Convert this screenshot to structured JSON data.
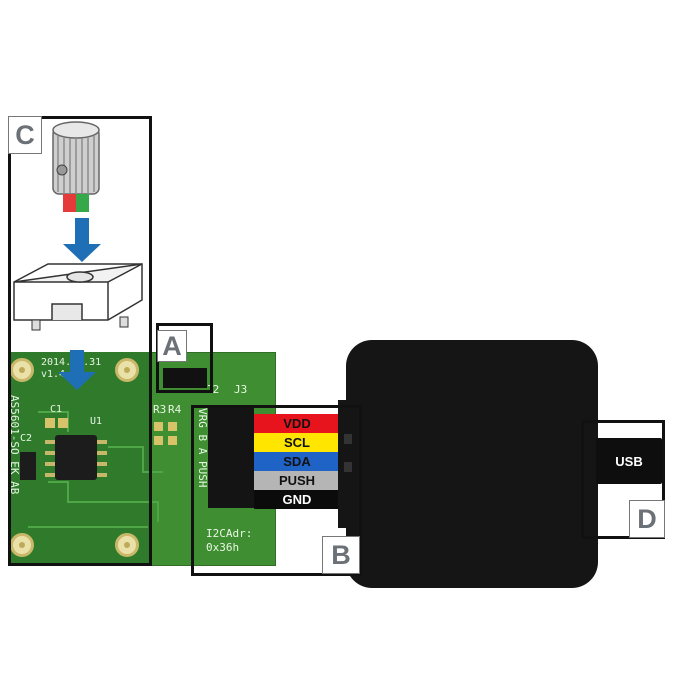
{
  "pcb": {
    "date": "2014.07.31",
    "version": "v1.4",
    "part_name": "AS5601-SO EK AB",
    "c1": "C1",
    "c2": "C2",
    "u1": "U1",
    "r3": "R3",
    "r4": "R4",
    "j2": "J2",
    "j3": "J3",
    "pins": "VRG B A PUSH",
    "i2c_label": "I2CAdr:",
    "i2c_value": "0x36h"
  },
  "wires": [
    {
      "label": "VDD",
      "color": "#e8141d",
      "text_color": "#111111"
    },
    {
      "label": "SCL",
      "color": "#ffe500",
      "text_color": "#111111"
    },
    {
      "label": "SDA",
      "color": "#1f63c6",
      "text_color": "#111111"
    },
    {
      "label": "PUSH",
      "color": "#b5b5b5",
      "text_color": "#111111"
    },
    {
      "label": "GND",
      "color": "#0b0b0b",
      "text_color": "#ffffff"
    }
  ],
  "usb": {
    "label": "USB"
  },
  "callouts": {
    "a": "A",
    "b": "B",
    "c": "C",
    "d": "D"
  },
  "colors": {
    "arrow": "#1e6fb5",
    "pcb": "#3f8f32",
    "box": "#151515"
  },
  "icons": [
    "rotary-knob-icon",
    "magnet-holder-icon",
    "down-arrow-icon"
  ]
}
